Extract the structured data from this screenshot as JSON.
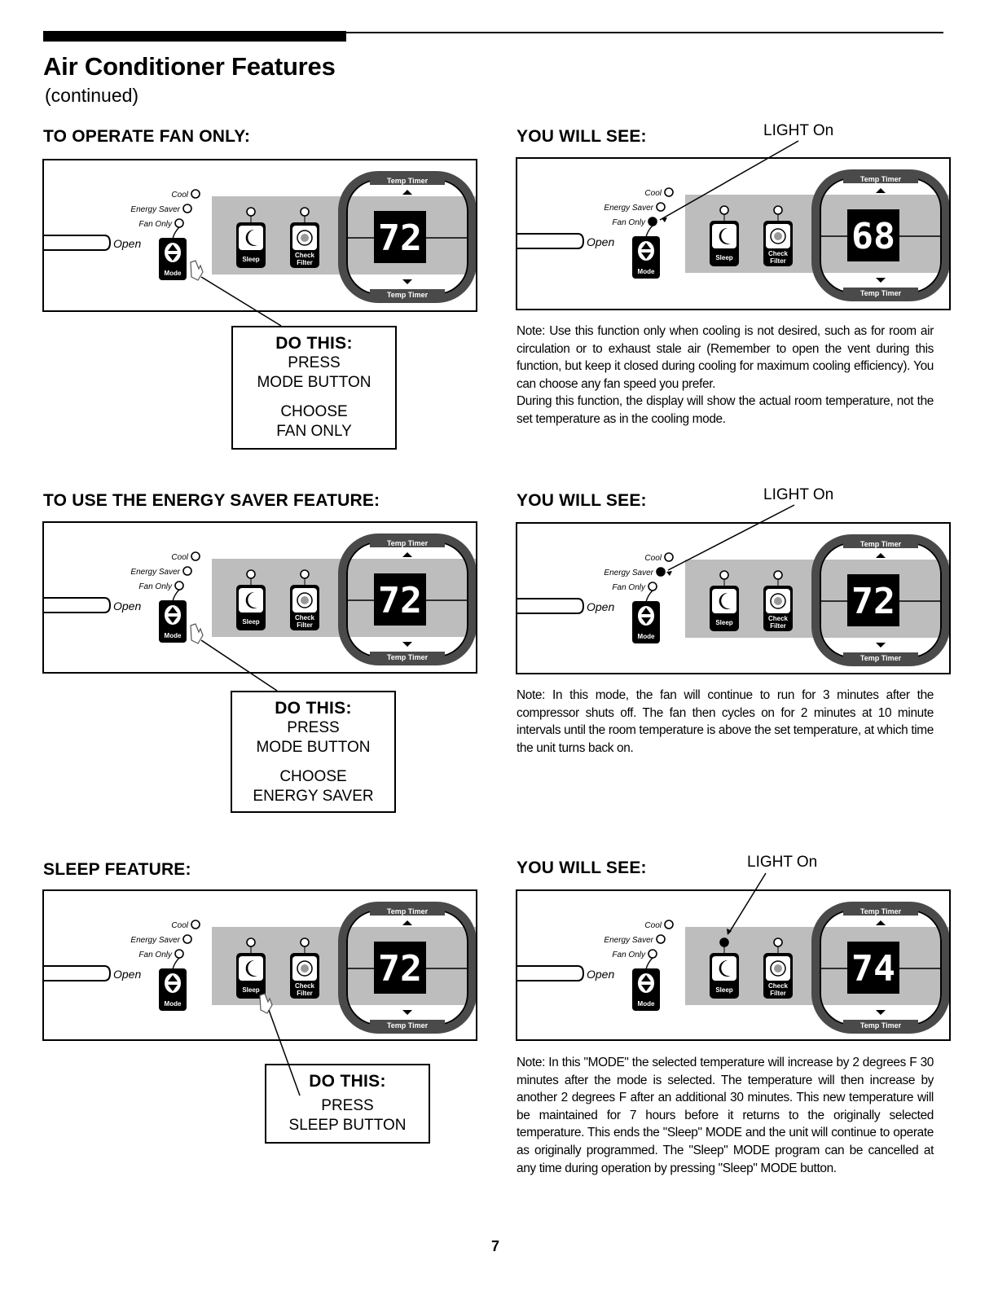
{
  "header": {
    "title": "Air Conditioner Features",
    "subtitle": "(continued)"
  },
  "panel_labels": {
    "cool": "Cool",
    "energy_saver": "Energy Saver",
    "fan_only": "Fan Only",
    "open": "Open",
    "mode": "Mode",
    "sleep": "Sleep",
    "check": "Check",
    "filter": "Filter",
    "temp_timer": "Temp Timer"
  },
  "sections": [
    {
      "heading": "TO OPERATE FAN ONLY:",
      "see_heading": "YOU WILL SEE:",
      "light_label": "LIGHT On",
      "left_display": "72",
      "right_display": "68",
      "lit_indicator": "fan-only",
      "do_title": "DO THIS:",
      "do_lines": [
        "PRESS",
        "MODE BUTTON",
        "",
        "CHOOSE",
        "FAN ONLY"
      ],
      "note": "Note: Use this function only when cooling is not desired, such as for room air circulation or to exhaust stale air (Remember to open the vent during this function, but keep it closed during cooling for maximum cooling efficiency). You can choose any fan speed you prefer.",
      "note2": "During this function, the display will show the actual room temperature, not the set temperature as in the cooling mode."
    },
    {
      "heading": "TO USE THE ENERGY SAVER FEATURE:",
      "see_heading": "YOU WILL SEE:",
      "light_label": "LIGHT On",
      "left_display": "72",
      "right_display": "72",
      "lit_indicator": "energy-saver",
      "do_title": "DO THIS:",
      "do_lines": [
        "PRESS",
        "MODE BUTTON",
        "",
        "CHOOSE",
        "ENERGY SAVER"
      ],
      "note": "Note: In this mode, the fan will continue to run for 3 minutes after the compressor shuts off. The fan then cycles on for 2 minutes at 10 minute intervals until the room temperature is above the set temperature, at which time the unit turns back on."
    },
    {
      "heading": "SLEEP FEATURE:",
      "see_heading": "YOU WILL SEE:",
      "light_label": "LIGHT On",
      "left_display": "72",
      "right_display": "74",
      "lit_indicator": "sleep",
      "do_title": "DO THIS:",
      "do_lines": [
        "PRESS",
        "SLEEP BUTTON"
      ],
      "note": "Note: In this \"MODE\" the selected temperature will increase by 2 degrees F 30 minutes after the mode is selected. The temperature will then increase by another 2 degrees F after an additional 30 minutes. This new temperature will be maintained for 7 hours before it returns to the originally selected temperature. This ends the \"Sleep\" MODE and the unit will continue to operate as originally programmed. The \"Sleep\" MODE program can be cancelled at any time during operation by pressing \"Sleep\" MODE button."
    }
  ],
  "page_number": "7"
}
